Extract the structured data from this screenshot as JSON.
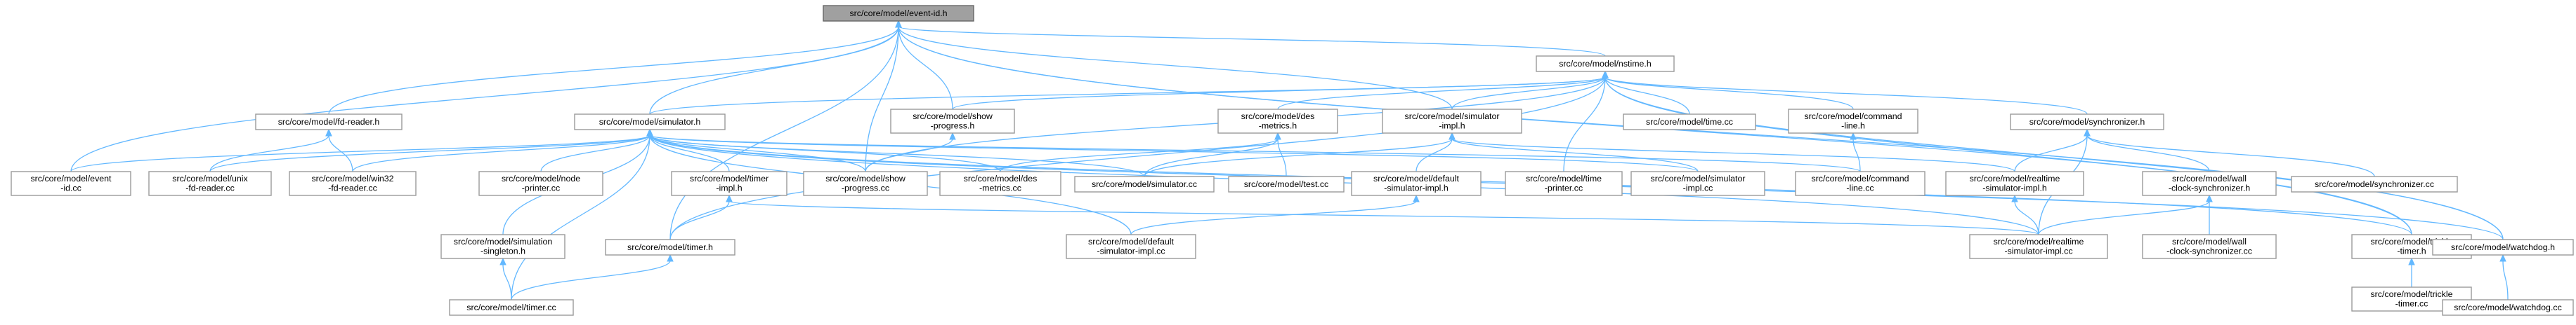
{
  "graph": {
    "edge_color": "#63b8ff",
    "node_border_color": "#999999",
    "root_fill_color": "#a0a0a0",
    "nodes": [
      {
        "id": "event-id-h",
        "lines": [
          "src/core/model/event-id.h"
        ],
        "root": true
      },
      {
        "id": "nstime-h",
        "lines": [
          "src/core/model/nstime.h"
        ]
      },
      {
        "id": "fd-reader-h",
        "lines": [
          "src/core/model/fd-reader.h"
        ]
      },
      {
        "id": "simulator-h",
        "lines": [
          "src/core/model/simulator.h"
        ]
      },
      {
        "id": "show-progress-h",
        "lines": [
          "src/core/model/show",
          "-progress.h"
        ]
      },
      {
        "id": "des-metrics-h",
        "lines": [
          "src/core/model/des",
          "-metrics.h"
        ]
      },
      {
        "id": "simulator-impl-h",
        "lines": [
          "src/core/model/simulator",
          "-impl.h"
        ]
      },
      {
        "id": "time-cc",
        "lines": [
          "src/core/model/time.cc"
        ]
      },
      {
        "id": "command-line-h",
        "lines": [
          "src/core/model/command",
          "-line.h"
        ]
      },
      {
        "id": "synchronizer-h",
        "lines": [
          "src/core/model/synchronizer.h"
        ]
      },
      {
        "id": "event-id-cc",
        "lines": [
          "src/core/model/event",
          "-id.cc"
        ]
      },
      {
        "id": "unix-fd-reader-cc",
        "lines": [
          "src/core/model/unix",
          "-fd-reader.cc"
        ]
      },
      {
        "id": "win32-fd-reader-cc",
        "lines": [
          "src/core/model/win32",
          "-fd-reader.cc"
        ]
      },
      {
        "id": "node-printer-cc",
        "lines": [
          "src/core/model/node",
          "-printer.cc"
        ]
      },
      {
        "id": "timer-impl-h",
        "lines": [
          "src/core/model/timer",
          "-impl.h"
        ]
      },
      {
        "id": "show-progress-cc",
        "lines": [
          "src/core/model/show",
          "-progress.cc"
        ]
      },
      {
        "id": "des-metrics-cc",
        "lines": [
          "src/core/model/des",
          "-metrics.cc"
        ]
      },
      {
        "id": "simulator-cc",
        "lines": [
          "src/core/model/simulator.cc"
        ]
      },
      {
        "id": "test-cc",
        "lines": [
          "src/core/model/test.cc"
        ]
      },
      {
        "id": "default-simulator-impl-h",
        "lines": [
          "src/core/model/default",
          "-simulator-impl.h"
        ]
      },
      {
        "id": "time-printer-cc",
        "lines": [
          "src/core/model/time",
          "-printer.cc"
        ]
      },
      {
        "id": "simulator-impl-cc",
        "lines": [
          "src/core/model/simulator",
          "-impl.cc"
        ]
      },
      {
        "id": "command-line-cc",
        "lines": [
          "src/core/model/command",
          "-line.cc"
        ]
      },
      {
        "id": "realtime-simulator-impl-h",
        "lines": [
          "src/core/model/realtime",
          "-simulator-impl.h"
        ]
      },
      {
        "id": "wall-clock-synchronizer-h",
        "lines": [
          "src/core/model/wall",
          "-clock-synchronizer.h"
        ]
      },
      {
        "id": "synchronizer-cc",
        "lines": [
          "src/core/model/synchronizer.cc"
        ]
      },
      {
        "id": "simulation-singleton-h",
        "lines": [
          "src/core/model/simulation",
          "-singleton.h"
        ]
      },
      {
        "id": "timer-h",
        "lines": [
          "src/core/model/timer.h"
        ]
      },
      {
        "id": "default-simulator-impl-cc",
        "lines": [
          "src/core/model/default",
          "-simulator-impl.cc"
        ]
      },
      {
        "id": "realtime-simulator-impl-cc",
        "lines": [
          "src/core/model/realtime",
          "-simulator-impl.cc"
        ]
      },
      {
        "id": "wall-clock-synchronizer-cc",
        "lines": [
          "src/core/model/wall",
          "-clock-synchronizer.cc"
        ]
      },
      {
        "id": "trickle-timer-h",
        "lines": [
          "src/core/model/trickle",
          "-timer.h"
        ]
      },
      {
        "id": "watchdog-h",
        "lines": [
          "src/core/model/watchdog.h"
        ]
      },
      {
        "id": "timer-cc",
        "lines": [
          "src/core/model/timer.cc"
        ]
      },
      {
        "id": "trickle-timer-cc",
        "lines": [
          "src/core/model/trickle",
          "-timer.cc"
        ]
      },
      {
        "id": "watchdog-cc",
        "lines": [
          "src/core/model/watchdog.cc"
        ]
      }
    ],
    "edges": [
      [
        "event-id-h",
        "nstime-h"
      ],
      [
        "event-id-h",
        "fd-reader-h"
      ],
      [
        "event-id-h",
        "simulator-h"
      ],
      [
        "event-id-h",
        "show-progress-h"
      ],
      [
        "event-id-h",
        "simulator-impl-h"
      ],
      [
        "event-id-h",
        "event-id-cc"
      ],
      [
        "event-id-h",
        "show-progress-cc"
      ],
      [
        "event-id-h",
        "timer-h"
      ],
      [
        "event-id-h",
        "trickle-timer-h"
      ],
      [
        "event-id-h",
        "watchdog-h"
      ],
      [
        "nstime-h",
        "simulator-h"
      ],
      [
        "nstime-h",
        "show-progress-h"
      ],
      [
        "nstime-h",
        "des-metrics-h"
      ],
      [
        "nstime-h",
        "simulator-impl-h"
      ],
      [
        "nstime-h",
        "time-cc"
      ],
      [
        "nstime-h",
        "command-line-h"
      ],
      [
        "nstime-h",
        "synchronizer-h"
      ],
      [
        "nstime-h",
        "show-progress-cc"
      ],
      [
        "nstime-h",
        "time-printer-cc"
      ],
      [
        "nstime-h",
        "timer-h"
      ],
      [
        "nstime-h",
        "trickle-timer-h"
      ],
      [
        "nstime-h",
        "watchdog-h"
      ],
      [
        "fd-reader-h",
        "unix-fd-reader-cc"
      ],
      [
        "fd-reader-h",
        "win32-fd-reader-cc"
      ],
      [
        "simulator-h",
        "event-id-cc"
      ],
      [
        "simulator-h",
        "unix-fd-reader-cc"
      ],
      [
        "simulator-h",
        "win32-fd-reader-cc"
      ],
      [
        "simulator-h",
        "node-printer-cc"
      ],
      [
        "simulator-h",
        "timer-impl-h"
      ],
      [
        "simulator-h",
        "show-progress-cc"
      ],
      [
        "simulator-h",
        "des-metrics-cc"
      ],
      [
        "simulator-h",
        "simulator-cc"
      ],
      [
        "simulator-h",
        "simulator-impl-cc"
      ],
      [
        "simulator-h",
        "command-line-cc"
      ],
      [
        "simulator-h",
        "simulation-singleton-h"
      ],
      [
        "simulator-h",
        "timer-cc"
      ],
      [
        "simulator-h",
        "default-simulator-impl-cc"
      ],
      [
        "simulator-h",
        "realtime-simulator-impl-cc"
      ],
      [
        "simulator-h",
        "trickle-timer-h"
      ],
      [
        "simulator-h",
        "watchdog-h"
      ],
      [
        "show-progress-h",
        "show-progress-cc"
      ],
      [
        "des-metrics-h",
        "des-metrics-cc"
      ],
      [
        "des-metrics-h",
        "simulator-cc"
      ],
      [
        "des-metrics-h",
        "test-cc"
      ],
      [
        "simulator-impl-h",
        "simulator-cc"
      ],
      [
        "simulator-impl-h",
        "default-simulator-impl-h"
      ],
      [
        "simulator-impl-h",
        "simulator-impl-cc"
      ],
      [
        "simulator-impl-h",
        "realtime-simulator-impl-h"
      ],
      [
        "command-line-h",
        "command-line-cc"
      ],
      [
        "synchronizer-h",
        "realtime-simulator-impl-h"
      ],
      [
        "synchronizer-h",
        "wall-clock-synchronizer-h"
      ],
      [
        "synchronizer-h",
        "synchronizer-cc"
      ],
      [
        "synchronizer-h",
        "realtime-simulator-impl-cc"
      ],
      [
        "timer-impl-h",
        "timer-h"
      ],
      [
        "timer-impl-h",
        "realtime-simulator-impl-cc"
      ],
      [
        "default-simulator-impl-h",
        "default-simulator-impl-cc"
      ],
      [
        "realtime-simulator-impl-h",
        "realtime-simulator-impl-cc"
      ],
      [
        "wall-clock-synchronizer-h",
        "realtime-simulator-impl-cc"
      ],
      [
        "wall-clock-synchronizer-h",
        "wall-clock-synchronizer-cc"
      ],
      [
        "simulation-singleton-h",
        "timer-cc"
      ],
      [
        "timer-h",
        "timer-cc"
      ],
      [
        "trickle-timer-h",
        "trickle-timer-cc"
      ],
      [
        "watchdog-h",
        "watchdog-cc"
      ]
    ]
  }
}
